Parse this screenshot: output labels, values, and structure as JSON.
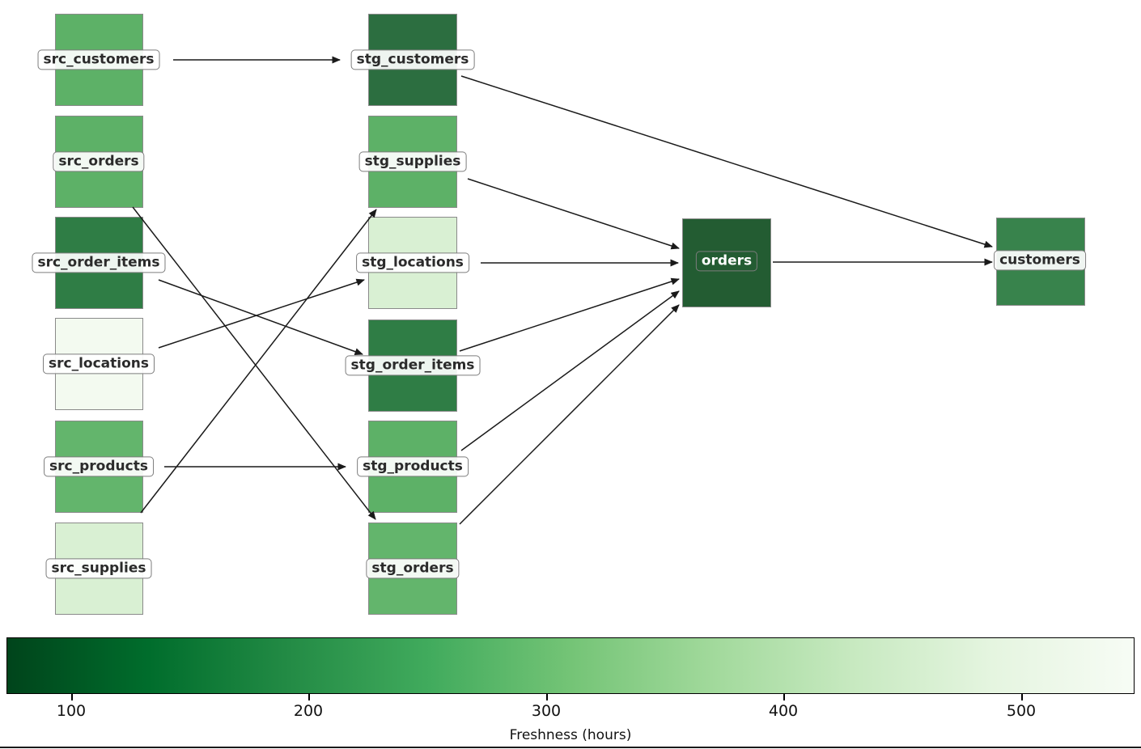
{
  "diagram_type": "lineage-dag",
  "nodes": [
    {
      "id": "src_customers",
      "label": "src_customers",
      "color": "#5db167",
      "label_bg": "rgba(255,255,255,0.92)",
      "label_color": "#2b2b2b"
    },
    {
      "id": "src_orders",
      "label": "src_orders",
      "color": "#5db167",
      "label_bg": "rgba(255,255,255,0.92)",
      "label_color": "#2b2b2b"
    },
    {
      "id": "src_order_items",
      "label": "src_order_items",
      "color": "#2f7d45",
      "label_bg": "rgba(255,255,255,0.92)",
      "label_color": "#2b2b2b"
    },
    {
      "id": "src_locations",
      "label": "src_locations",
      "color": "#f3faf0",
      "label_bg": "rgba(255,255,255,0.92)",
      "label_color": "#2b2b2b"
    },
    {
      "id": "src_products",
      "label": "src_products",
      "color": "#63b56c",
      "label_bg": "rgba(255,255,255,0.92)",
      "label_color": "#2b2b2b"
    },
    {
      "id": "src_supplies",
      "label": "src_supplies",
      "color": "#d9f0d3",
      "label_bg": "rgba(255,255,255,0.92)",
      "label_color": "#2b2b2b"
    },
    {
      "id": "stg_customers",
      "label": "stg_customers",
      "color": "#2c6e40",
      "label_bg": "rgba(255,255,255,0.92)",
      "label_color": "#2b2b2b"
    },
    {
      "id": "stg_supplies",
      "label": "stg_supplies",
      "color": "#5db167",
      "label_bg": "rgba(255,255,255,0.92)",
      "label_color": "#2b2b2b"
    },
    {
      "id": "stg_locations",
      "label": "stg_locations",
      "color": "#d9f0d3",
      "label_bg": "rgba(255,255,255,0.92)",
      "label_color": "#2b2b2b"
    },
    {
      "id": "stg_order_items",
      "label": "stg_order_items",
      "color": "#2f7d45",
      "label_bg": "rgba(255,255,255,0.92)",
      "label_color": "#2b2b2b"
    },
    {
      "id": "stg_products",
      "label": "stg_products",
      "color": "#5db167",
      "label_bg": "rgba(255,255,255,0.92)",
      "label_color": "#2b2b2b"
    },
    {
      "id": "stg_orders",
      "label": "stg_orders",
      "color": "#63b56c",
      "label_bg": "rgba(255,255,255,0.92)",
      "label_color": "#2b2b2b"
    },
    {
      "id": "orders",
      "label": "orders",
      "color": "#235c32",
      "label_bg": "rgba(255,255,255,0)",
      "label_color": "#ffffff"
    },
    {
      "id": "customers",
      "label": "customers",
      "color": "#38834c",
      "label_bg": "rgba(255,255,255,0.92)",
      "label_color": "#2b2b2b"
    }
  ],
  "edges": [
    {
      "from": "src_customers",
      "to": "stg_customers"
    },
    {
      "from": "src_orders",
      "to": "stg_orders"
    },
    {
      "from": "src_order_items",
      "to": "stg_order_items"
    },
    {
      "from": "src_locations",
      "to": "stg_locations"
    },
    {
      "from": "src_products",
      "to": "stg_products"
    },
    {
      "from": "src_supplies",
      "to": "stg_supplies"
    },
    {
      "from": "stg_customers",
      "to": "customers"
    },
    {
      "from": "stg_supplies",
      "to": "orders"
    },
    {
      "from": "stg_locations",
      "to": "orders"
    },
    {
      "from": "stg_order_items",
      "to": "orders"
    },
    {
      "from": "stg_products",
      "to": "orders"
    },
    {
      "from": "stg_orders",
      "to": "orders"
    },
    {
      "from": "orders",
      "to": "customers"
    }
  ],
  "colorbar": {
    "label": "Freshness (hours)",
    "ticks": [
      "100",
      "200",
      "300",
      "400",
      "500"
    ],
    "gradient": [
      "#00441b",
      "#006d2c",
      "#238b45",
      "#41ab5d",
      "#74c476",
      "#a1d99b",
      "#c7e9c0",
      "#e5f5e0",
      "#f7fcf5"
    ]
  }
}
